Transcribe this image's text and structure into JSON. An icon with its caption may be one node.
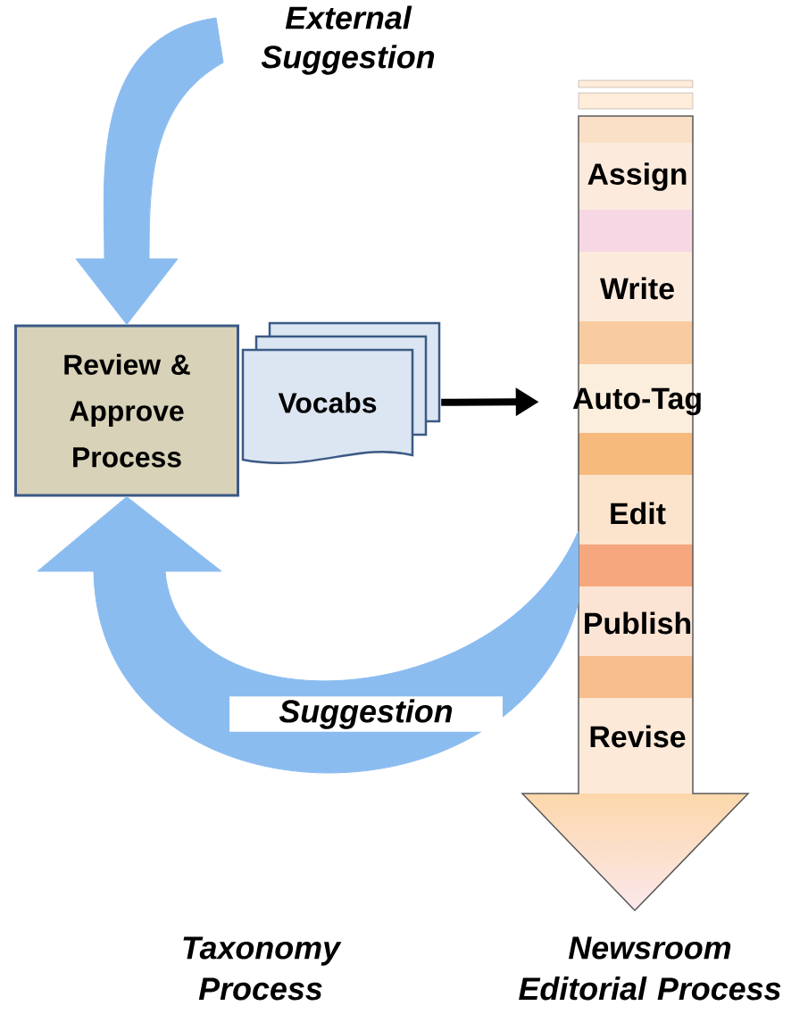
{
  "diagram": {
    "nodes": [
      {
        "text": [
          "Review & Approve Process"
        ]
      },
      {
        "text": [
          "Vocabs"
        ]
      },
      {
        "text": [],
        "shape": "arrow",
        "beside": [
          "Newsroom Editorial Process"
        ]
      },
      {
        "text": [
          "Assign"
        ],
        "in": 2
      },
      {
        "text": [
          "Write"
        ],
        "in": 2
      },
      {
        "text": [
          "Auto-Tag"
        ],
        "in": 2
      },
      {
        "text": [
          "Edit"
        ],
        "in": 2
      },
      {
        "text": [
          "Publish"
        ],
        "in": 2
      },
      {
        "text": [
          "Revise"
        ],
        "in": 2
      }
    ],
    "edges": [
      {
        "from": null,
        "to": 0,
        "arrow": "to",
        "label": "External Suggestion",
        "style": "thick"
      },
      {
        "from": 2,
        "to": 0,
        "arrow": "to",
        "label": "Suggestion",
        "style": "thick"
      },
      {
        "from": 1,
        "to": 5,
        "arrow": "to",
        "color": "#000000"
      }
    ],
    "labels": [
      "Taxonomy Process"
    ]
  }
}
